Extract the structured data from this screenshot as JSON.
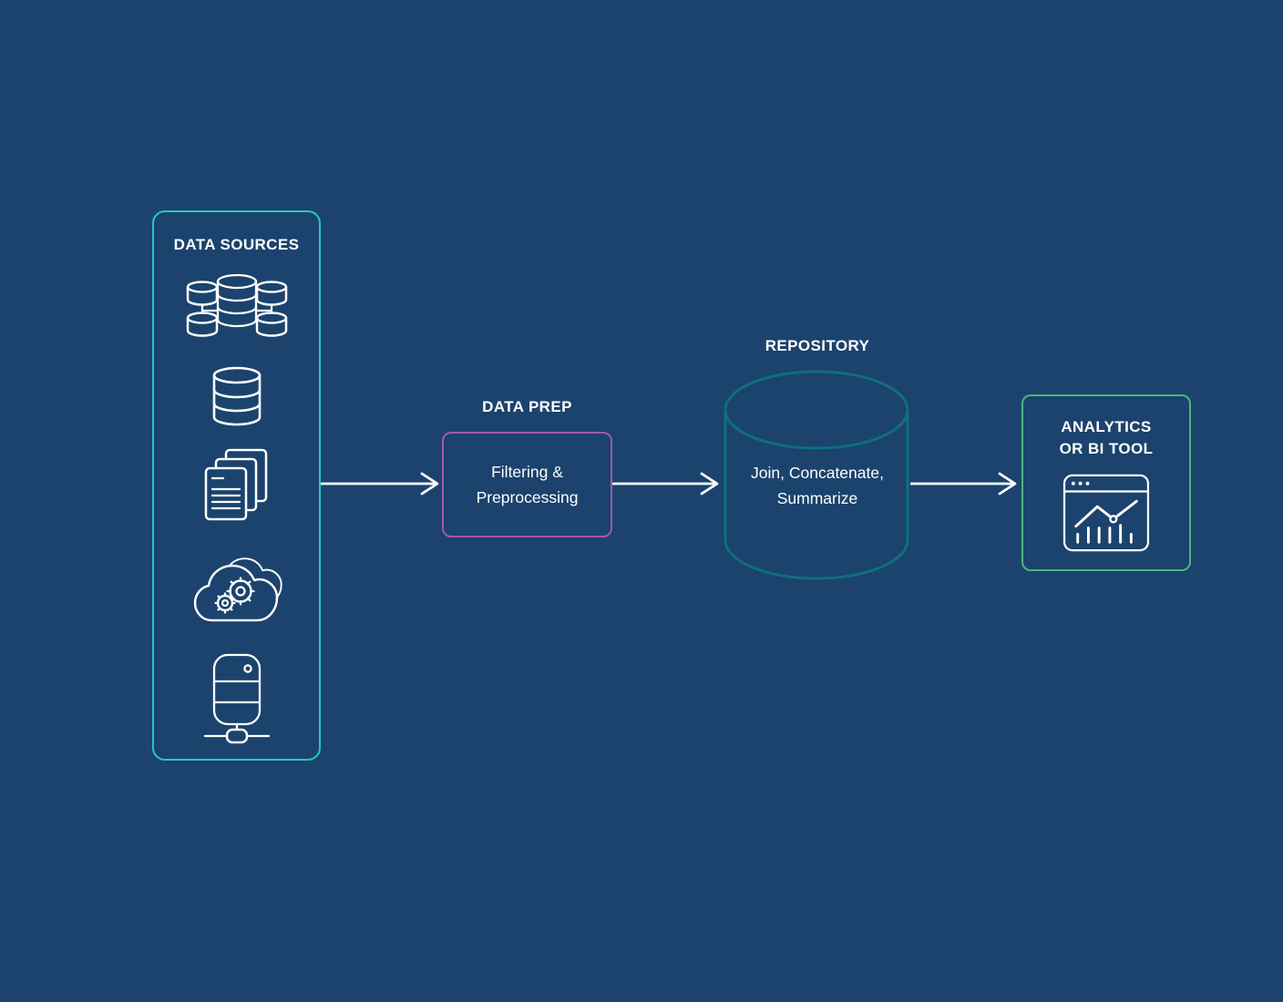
{
  "colors": {
    "bg": "#1b436d",
    "teal": "#1fcac3",
    "purple": "#a458a8",
    "darkteal": "#0f6f7d",
    "green": "#4db57d",
    "white": "#ffffff"
  },
  "data_sources": {
    "title": "DATA SOURCES",
    "icons": [
      {
        "name": "database-cluster-icon"
      },
      {
        "name": "database-icon"
      },
      {
        "name": "documents-icon"
      },
      {
        "name": "cloud-services-icon"
      },
      {
        "name": "networked-server-icon"
      }
    ]
  },
  "data_prep": {
    "title": "DATA PREP",
    "label_line1": "Filtering &",
    "label_line2": "Preprocessing"
  },
  "repository": {
    "title": "REPOSITORY",
    "label_line1": "Join, Concatenate,",
    "label_line2": "Summarize"
  },
  "analytics": {
    "title_line1": "ANALYTICS",
    "title_line2": "OR BI TOOL",
    "icon": "chart-browser-icon"
  }
}
